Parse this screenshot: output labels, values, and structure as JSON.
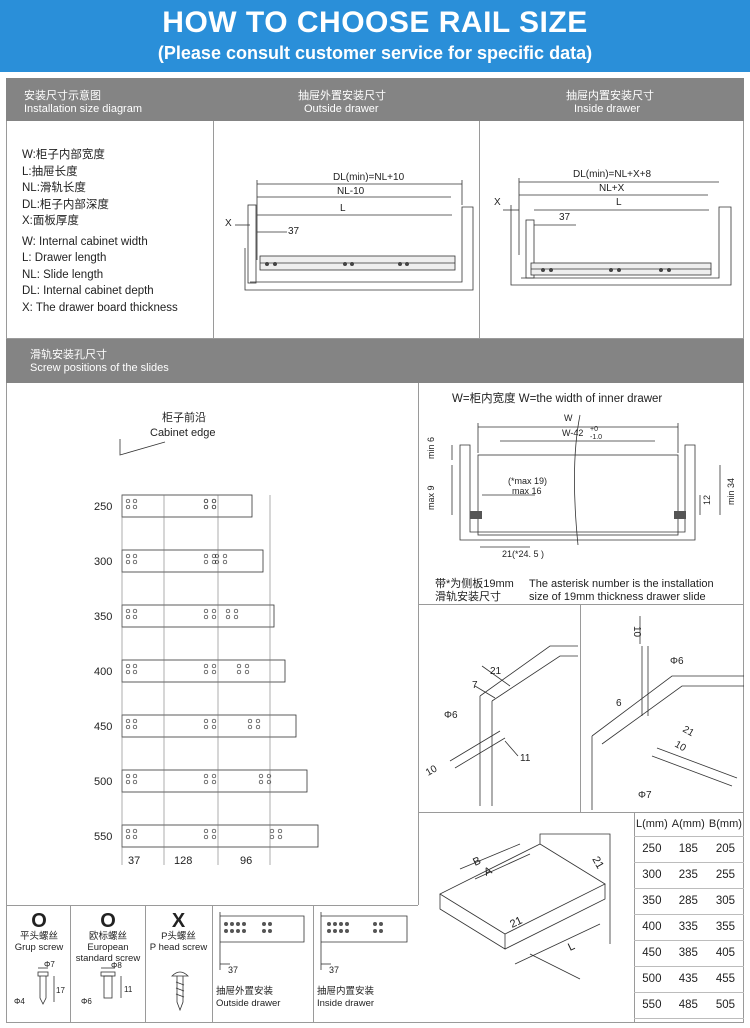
{
  "banner": {
    "title": "HOW TO CHOOSE RAIL SIZE",
    "subtitle": "(Please consult customer service for specific data)"
  },
  "section1": {
    "col1_cn": "安装尺寸示意图",
    "col1_en": "Installation size diagram",
    "col2_cn": "抽屉外置安装尺寸",
    "col2_en": "Outside drawer",
    "col3_cn": "抽屉内置安装尺寸",
    "col3_en": "Inside drawer"
  },
  "legend": {
    "cn": [
      "W:柜子内部宽度",
      "L:抽屉长度",
      "NL:滑轨长度",
      "DL:柜子内部深度",
      "X:面板厚度"
    ],
    "en": [
      "W: Internal cabinet width",
      "L: Drawer length",
      "NL: Slide length",
      "DL: Internal cabinet depth",
      "X: The drawer board thickness"
    ]
  },
  "outside": {
    "dl": "DL(min)=NL+10",
    "nl": "NL-10",
    "l": "L",
    "x": "X",
    "n37": "37"
  },
  "inside": {
    "dl": "DL(min)=NL+X+8",
    "nl": "NL+X",
    "l": "L",
    "x": "X",
    "n37": "37"
  },
  "section2": {
    "cn": "滑轨安装孔尺寸",
    "en": "Screw positions of the slides"
  },
  "screw": {
    "edge_cn": "柜子前沿",
    "edge_en": "Cabinet edge",
    "lengths": [
      "250",
      "300",
      "350",
      "400",
      "450",
      "500",
      "550"
    ],
    "dims": [
      "37",
      "128",
      "96"
    ]
  },
  "width_diagram": {
    "header": "W=柜内宽度   W=the width of inner drawer",
    "w": "W",
    "w42": "W-42",
    "tol_plus": "+0",
    "tol_minus": "-1.0",
    "min6": "min 6",
    "max9": "max 9",
    "max19": "(*max  19)",
    "max16": "max 16",
    "n12": "12",
    "min34": "min 34",
    "n21": "21(*24. 5 )",
    "note_cn1": "带*为侧板19mm",
    "note_cn2": "滑轨安装尺寸",
    "note_en1": "The asterisk number is the installation",
    "note_en2": "size of 19mm thickness drawer slide"
  },
  "drill_left": {
    "n21": "21",
    "n7": "7",
    "phi6": "Φ6",
    "n10": "10",
    "n11": "11"
  },
  "drill_right": {
    "n10": "10",
    "phi6": "Φ6",
    "n6": "6",
    "n21": "21",
    "n10b": "10",
    "phi7": "Φ7"
  },
  "box": {
    "b": "B",
    "a": "A",
    "n21a": "21",
    "n21b": "21",
    "l": "L"
  },
  "size_table": {
    "headers": [
      "L(mm)",
      "A(mm)",
      "B(mm)"
    ],
    "rows": [
      [
        "250",
        "185",
        "205"
      ],
      [
        "300",
        "235",
        "255"
      ],
      [
        "350",
        "285",
        "305"
      ],
      [
        "400",
        "335",
        "355"
      ],
      [
        "450",
        "385",
        "405"
      ],
      [
        "500",
        "435",
        "455"
      ],
      [
        "550",
        "485",
        "505"
      ]
    ]
  },
  "screws": {
    "s1_sym": "O",
    "s1_cn": "平头螺丝",
    "s1_en": "Grup screw",
    "s2_sym": "O",
    "s2_cn": "欧标螺丝",
    "s2_en1": "European",
    "s2_en2": "standard screw",
    "s3_sym": "X",
    "s3_cn": "P头螺丝",
    "s3_en": "P head screw",
    "phi7": "Φ7",
    "n17": "17",
    "phi4": "Φ4",
    "phi8": "Φ8",
    "n11": "11",
    "phi6": "Φ6"
  },
  "mounts": {
    "out_num": "37",
    "out_cn": "抽屉外置安装",
    "out_en": "Outside drawer",
    "in_num": "37",
    "in_cn": "抽屉内置安装",
    "in_en": "Inside drawer"
  }
}
